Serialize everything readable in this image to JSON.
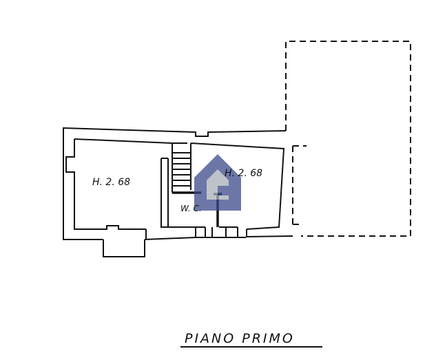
{
  "floor_plan": {
    "title": "PIANO PRIMO",
    "rooms": [
      {
        "id": "left-room",
        "height_label": "H. 2. 68"
      },
      {
        "id": "right-room",
        "height_label": "H. 2. 68"
      }
    ],
    "wc_label": "W. C."
  },
  "colors": {
    "line": "#111111",
    "watermark_blue": "#3b4a8c",
    "watermark_grey": "#a9b0b8"
  }
}
